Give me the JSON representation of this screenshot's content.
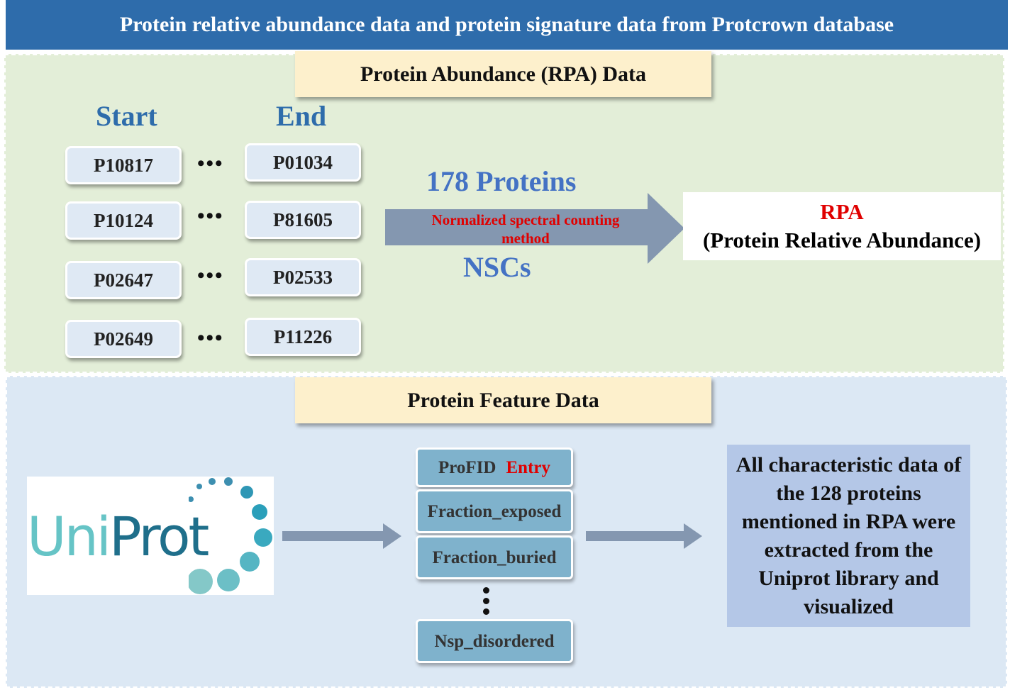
{
  "header": {
    "title": "Protein relative abundance data and protein signature data from Protcrown database"
  },
  "rpa_section": {
    "title": "Protein Abundance (RPA) Data",
    "start_label": "Start",
    "end_label": "End",
    "rows": [
      {
        "start": "P10817",
        "end": "P01034"
      },
      {
        "start": "P10124",
        "end": "P81605"
      },
      {
        "start": "P02647",
        "end": "P02533"
      },
      {
        "start": "P02649",
        "end": "P11226"
      }
    ],
    "ellipsis": "•••",
    "protein_count": "178 Proteins",
    "method": "Normalized spectral counting method",
    "nscs": "NSCs",
    "rpa_abbr": "RPA",
    "rpa_full": "(Protein Relative Abundance)"
  },
  "feature_section": {
    "title": "Protein Feature Data",
    "logo_text": "UniProt",
    "profid_label": "ProFID",
    "entry_label": "Entry",
    "features": [
      "Fraction_exposed",
      "Fraction_buried",
      "Nsp_disordered"
    ],
    "result": "All characteristic data of the 128 proteins mentioned in RPA were extracted from the Uniprot library and visualized"
  },
  "colors": {
    "header_bg": "#2e6cab",
    "accent_blue": "#4472c4",
    "highlight_red": "#e00000",
    "arrow": "#8497b0",
    "feature_box": "#7fb2cc",
    "logo_teal": "#5bb5be"
  }
}
